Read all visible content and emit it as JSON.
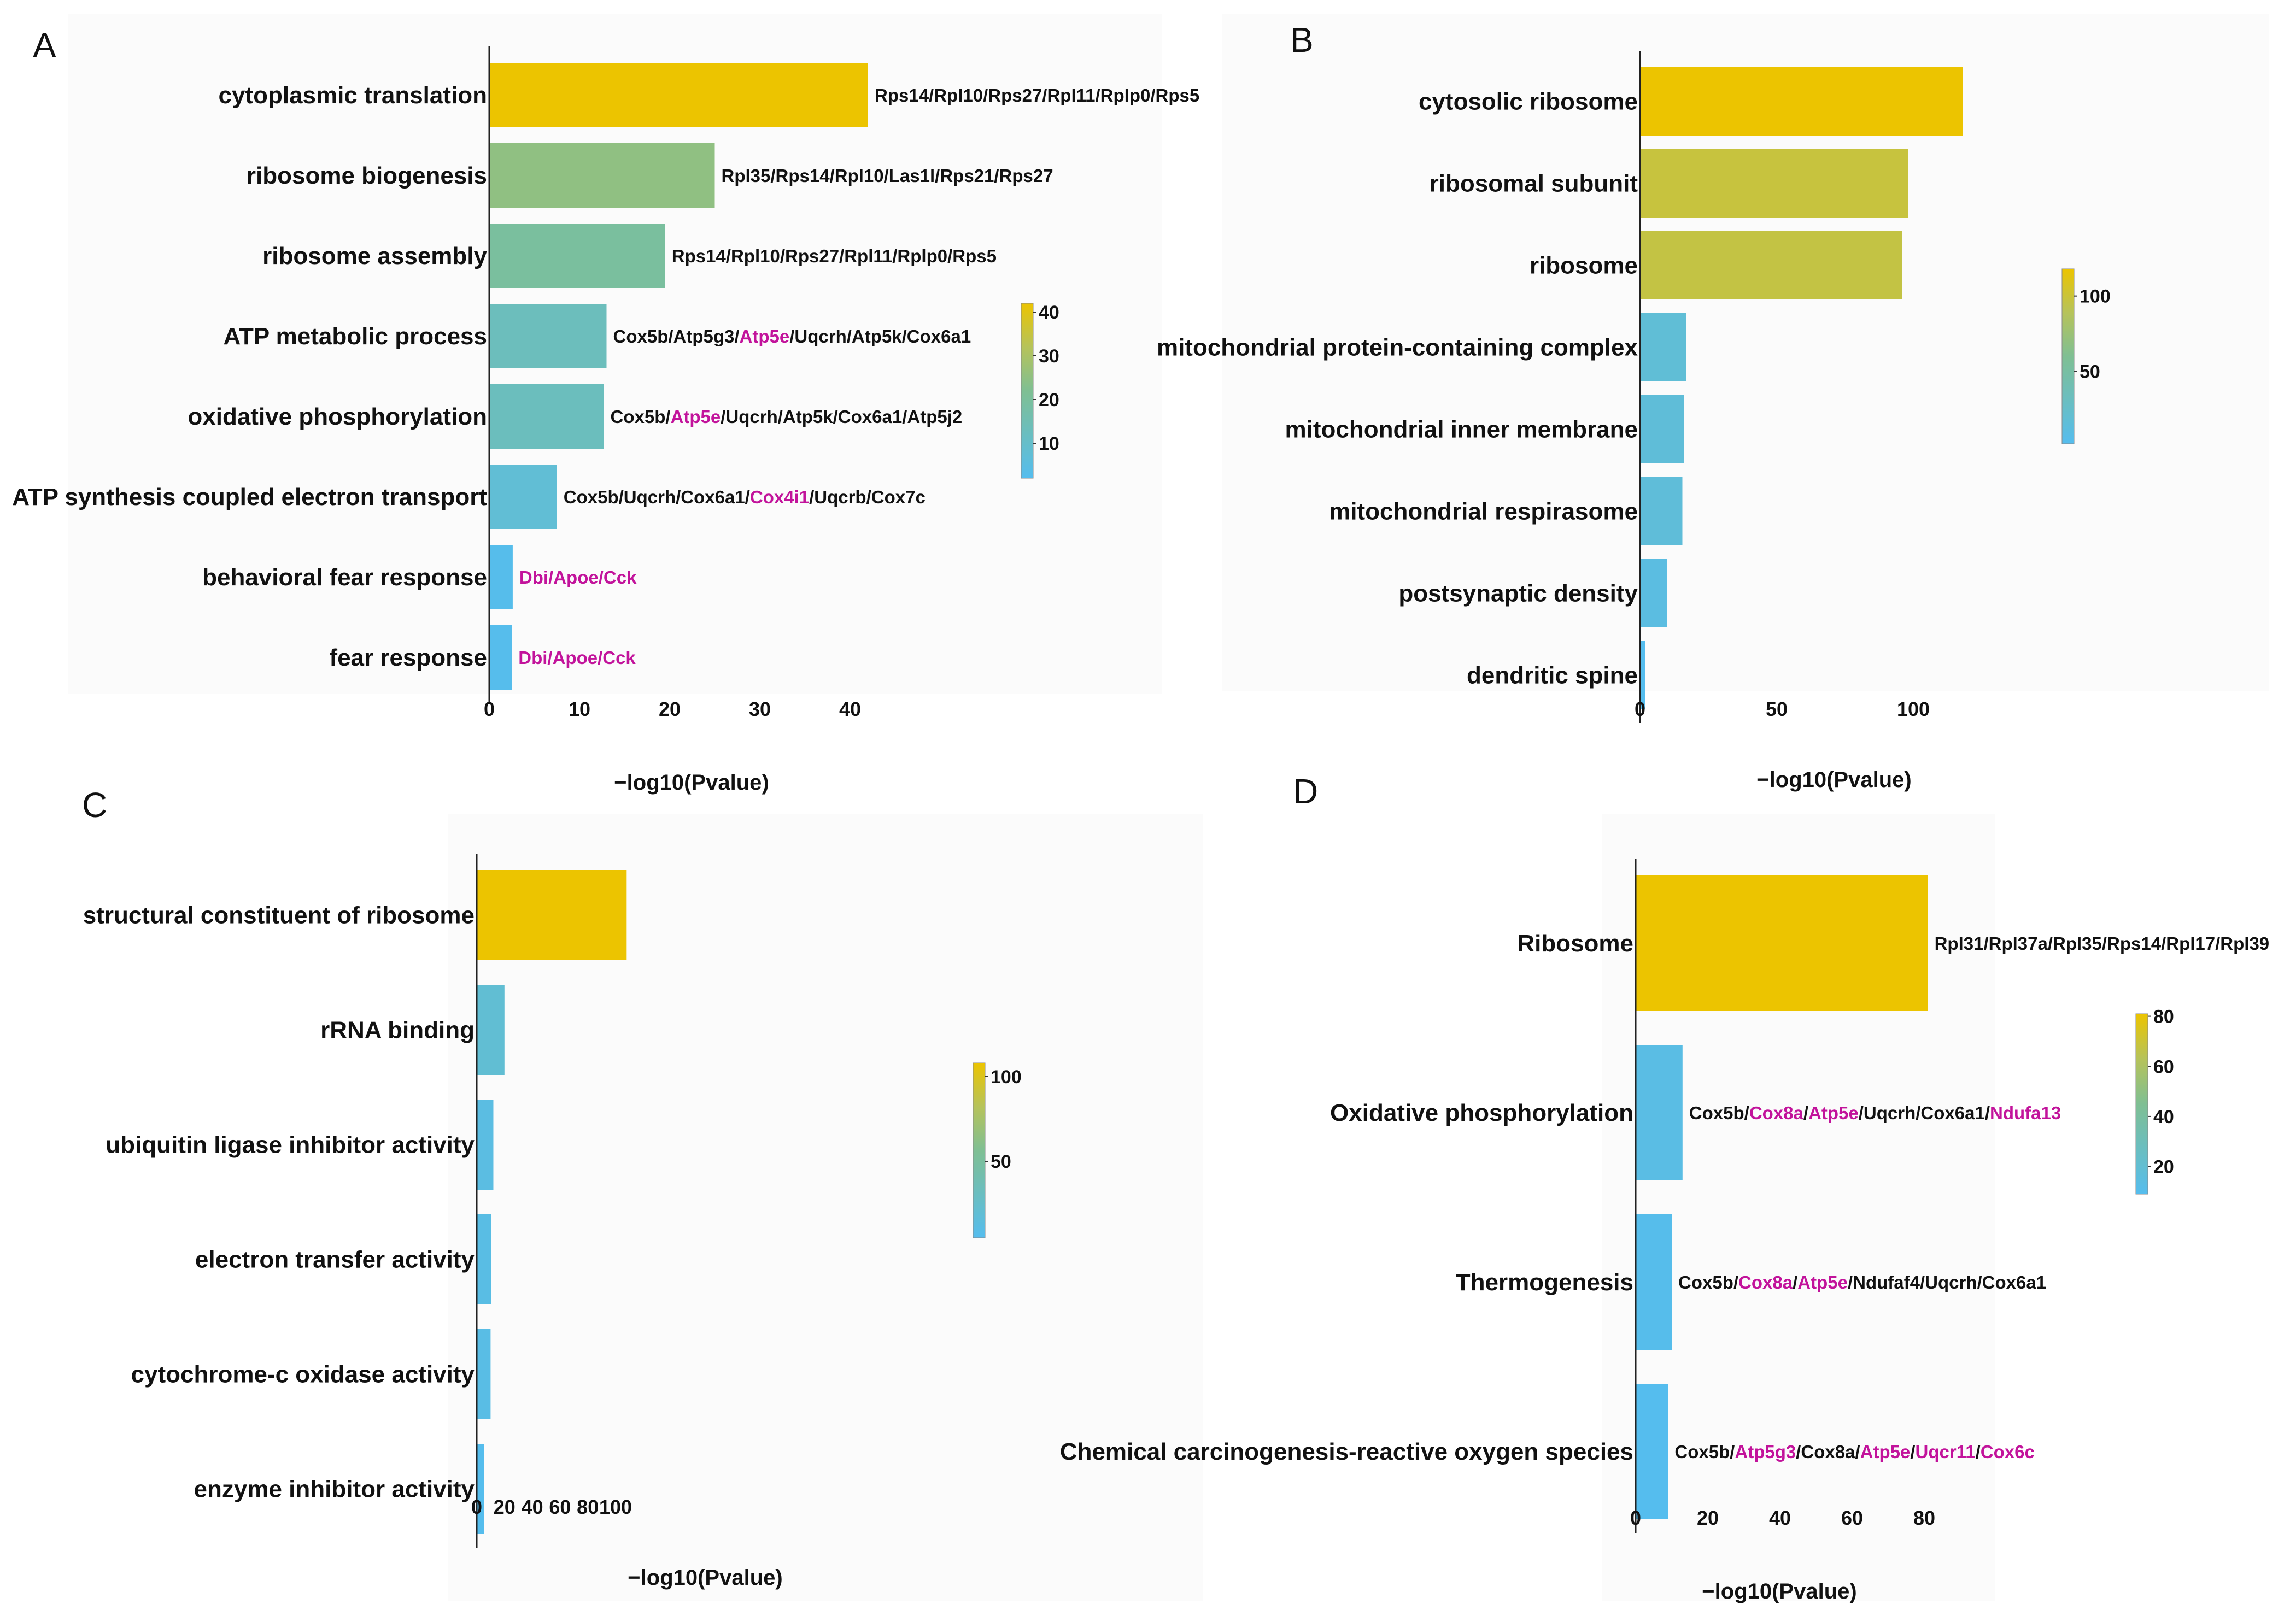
{
  "colors": {
    "low": "#55bdee",
    "high": "#ecc400",
    "highlight": "#c2139b",
    "text": "#111111"
  },
  "chart_data": [
    {
      "panel": "A",
      "type": "bar",
      "orientation": "horizontal",
      "categories": [
        "cytoplasmic translation",
        "ribosome biogenesis",
        "ribosome assembly",
        "ATP metabolic process",
        "oxidative phosphorylation",
        "ATP synthesis coupled electron transport",
        "behavioral fear response",
        "fear response"
      ],
      "values": [
        42,
        25,
        19.5,
        13,
        12.7,
        7.5,
        2.6,
        2.5
      ],
      "genes": [
        [
          {
            "t": "Rps14/Rpl10/Rps27/Rpl11/Rplp0/Rps5",
            "h": false
          }
        ],
        [
          {
            "t": "Rpl35/Rps14/Rpl10/Las1l/Rps21/Rps27",
            "h": false
          }
        ],
        [
          {
            "t": "Rps14/Rpl10/Rps27/Rpl11/Rplp0/Rps5",
            "h": false
          }
        ],
        [
          {
            "t": "Cox5b/Atp5g3/",
            "h": false
          },
          {
            "t": "Atp5e",
            "h": true
          },
          {
            "t": "/Uqcrh/Atp5k/Cox6a1",
            "h": false
          }
        ],
        [
          {
            "t": "Cox5b/",
            "h": false
          },
          {
            "t": "Atp5e",
            "h": true
          },
          {
            "t": "/Uqcrh/Atp5k/Cox6a1/Atp5j2",
            "h": false
          }
        ],
        [
          {
            "t": "Cox5b/Uqcrh/Cox6a1/",
            "h": false
          },
          {
            "t": "Cox4i1",
            "h": true
          },
          {
            "t": "/Uqcrb/Cox7c",
            "h": false
          }
        ],
        [
          {
            "t": "Dbi/Apoe/Cck",
            "h": true
          }
        ],
        [
          {
            "t": "Dbi/Apoe/Cck",
            "h": true
          }
        ]
      ],
      "xticks": [
        0,
        10,
        20,
        30,
        40
      ],
      "xlim": [
        0,
        42
      ],
      "xlabel": "−log10(Pvalue)",
      "colorbar": {
        "ticks": [
          10,
          20,
          30,
          40
        ],
        "range": [
          2,
          42
        ]
      }
    },
    {
      "panel": "B",
      "type": "bar",
      "orientation": "horizontal",
      "categories": [
        "cytosolic ribosome",
        "ribosomal subunit",
        "ribosome",
        "mitochondrial protein-containing complex",
        "mitochondrial inner membrane",
        "mitochondrial respirasome",
        "postsynaptic density",
        "dendritic spine"
      ],
      "values": [
        118,
        98,
        96,
        17,
        16,
        15.5,
        10,
        2
      ],
      "genes": [],
      "xticks": [
        0,
        50,
        100
      ],
      "xlim": [
        0,
        118
      ],
      "xlabel": "−log10(Pvalue)",
      "colorbar": {
        "ticks": [
          50,
          100
        ],
        "range": [
          2,
          118
        ]
      }
    },
    {
      "panel": "C",
      "type": "bar",
      "orientation": "horizontal",
      "categories": [
        "structural constituent of ribosome",
        "rRNA binding",
        "ubiquitin ligase inhibitor activity",
        "electron transfer activity",
        "cytochrome-c oxidase activity",
        "enzyme inhibitor activity"
      ],
      "values": [
        108,
        20,
        12,
        10.5,
        10,
        5.5
      ],
      "genes": [],
      "xticks": [
        0,
        20,
        40,
        60,
        80,
        100
      ],
      "xlim": [
        0,
        108
      ],
      "xlabel": "−log10(Pvalue)",
      "colorbar": {
        "ticks": [
          50,
          100
        ],
        "range": [
          5,
          108
        ]
      }
    },
    {
      "panel": "D",
      "type": "bar",
      "orientation": "horizontal",
      "categories": [
        "Ribosome",
        "Oxidative phosphorylation",
        "Thermogenesis",
        "Chemical carcinogenesis-reactive oxygen species"
      ],
      "values": [
        81,
        13,
        10,
        9
      ],
      "genes": [
        [
          {
            "t": "Rpl31/Rpl37a/Rpl35/Rps14/Rpl17/Rpl39",
            "h": false
          }
        ],
        [
          {
            "t": "Cox5b/",
            "h": false
          },
          {
            "t": "Cox8a",
            "h": true
          },
          {
            "t": "/",
            "h": false
          },
          {
            "t": "Atp5e",
            "h": true
          },
          {
            "t": "/Uqcrh/Cox6a1/",
            "h": false
          },
          {
            "t": "Ndufa13",
            "h": true
          }
        ],
        [
          {
            "t": "Cox5b/",
            "h": false
          },
          {
            "t": "Cox8a",
            "h": true
          },
          {
            "t": "/",
            "h": false
          },
          {
            "t": "Atp5e",
            "h": true
          },
          {
            "t": "/Ndufaf4/Uqcrh/Cox6a1",
            "h": false
          }
        ],
        [
          {
            "t": "Cox5b/",
            "h": false
          },
          {
            "t": "Atp5g3",
            "h": true
          },
          {
            "t": "/Cox8a/",
            "h": false
          },
          {
            "t": "Atp5e",
            "h": true
          },
          {
            "t": "/",
            "h": false
          },
          {
            "t": "Uqcr11",
            "h": true
          },
          {
            "t": "/",
            "h": false
          },
          {
            "t": "Cox6c",
            "h": true
          }
        ]
      ],
      "xticks": [
        0,
        20,
        40,
        60,
        80
      ],
      "xlim": [
        0,
        81
      ],
      "xlabel": "−log10(Pvalue)",
      "colorbar": {
        "ticks": [
          20,
          40,
          60,
          80
        ],
        "range": [
          9,
          81
        ]
      }
    }
  ]
}
